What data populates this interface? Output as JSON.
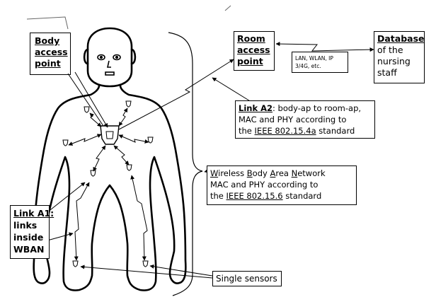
{
  "body_ap": {
    "line1": "Body",
    "line2": "access",
    "line3": "point"
  },
  "room_ap": {
    "line1": "Room",
    "line2": "access",
    "line3": "point"
  },
  "database": {
    "line1": "Database",
    "line2": "of the",
    "line3": "nursing",
    "line4": "staff"
  },
  "network": {
    "line1": "LAN, WLAN, IP",
    "line2": "3/4G, etc."
  },
  "link_a2": {
    "title": "Link A2",
    "text1": ": body-ap to room-ap,",
    "line2": "MAC and PHY according to",
    "line3_prefix": "the ",
    "standard": "IEEE 802.15.4a",
    "line3_suffix": " standard"
  },
  "wban": {
    "w": "W",
    "ireless": "ireless ",
    "b": "B",
    "ody": "ody ",
    "a": "A",
    "rea": "rea ",
    "n": "N",
    "etwork": "etwork",
    "line2": "MAC and PHY according to",
    "line3_prefix": "the ",
    "standard": "IEEE 802.15.6",
    "line3_suffix": " standard"
  },
  "link_a1": {
    "line1": "Link A1:",
    "line2": "links",
    "line3": "inside",
    "line4": "WBAN"
  },
  "single_sensors": {
    "label": "Single sensors"
  }
}
